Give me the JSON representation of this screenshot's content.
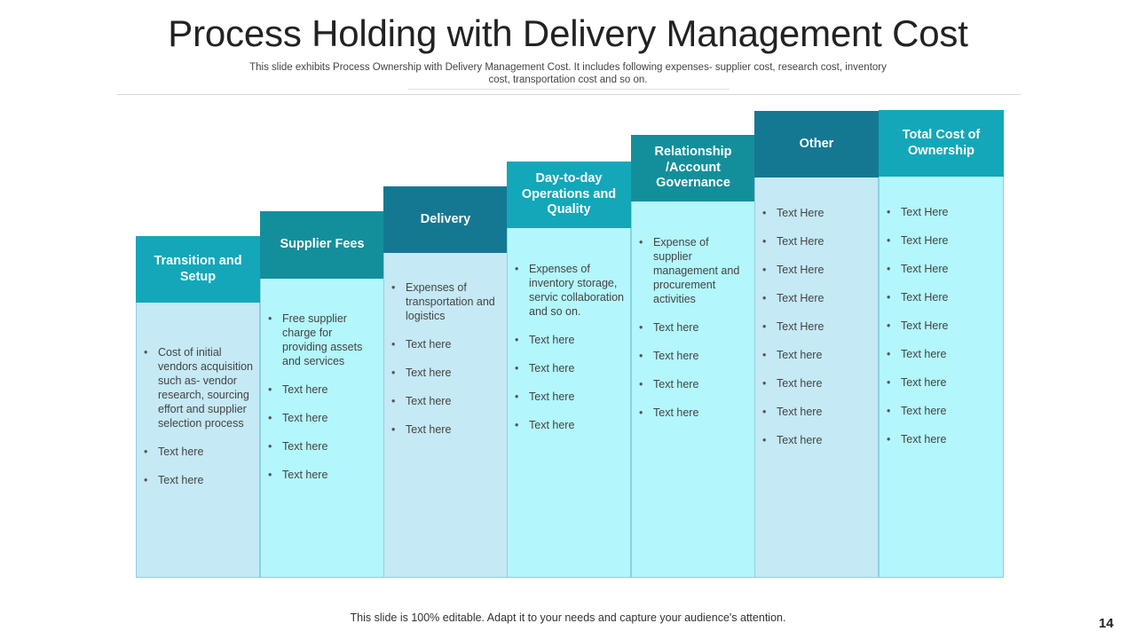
{
  "slide": {
    "title": "Process Holding with Delivery Management Cost",
    "subtitle": "This slide exhibits Process Ownership with Delivery Management Cost. It includes following expenses- supplier cost, research cost, inventory cost, transportation cost and so on.",
    "footer": "This slide is 100% editable. Adapt it to your needs and capture your audience's attention.",
    "page_number": "14"
  },
  "colors": {
    "header_light": "#13a7b9",
    "header_mid": "#138f9b",
    "header_dark": "#157893",
    "body_cyan": "#b3f6fb",
    "body_blue": "#c5e9f5"
  },
  "columns": [
    {
      "header": "Transition and Setup",
      "items": [
        "Cost of initial vendors acquisition such as- vendor research, sourcing effort and supplier selection process",
        "Text here",
        "Text here"
      ]
    },
    {
      "header": "Supplier Fees",
      "items": [
        "Free supplier charge for providing assets and services",
        "Text here",
        "Text here",
        "Text here",
        "Text here"
      ]
    },
    {
      "header": "Delivery",
      "items": [
        "Expenses of transportation and logistics",
        "Text here",
        "Text here",
        "Text here",
        "Text here"
      ]
    },
    {
      "header": "Day-to-day Operations and Quality",
      "items": [
        "Expenses of inventory storage, servic collaboration and so on.",
        "Text here",
        "Text here",
        "Text here",
        "Text here"
      ]
    },
    {
      "header": "Relationship /Account Governance",
      "items": [
        "Expense of supplier management and procurement activities",
        "Text here",
        "Text here",
        "Text here",
        "Text here"
      ]
    },
    {
      "header": "Other",
      "items": [
        "Text Here",
        "Text Here",
        "Text Here",
        "Text Here",
        "Text Here",
        "Text here",
        "Text here",
        "Text here",
        "Text here"
      ]
    },
    {
      "header": "Total Cost of Ownership",
      "items": [
        "Text Here",
        "Text Here",
        "Text Here",
        "Text Here",
        "Text Here",
        "Text here",
        "Text here",
        "Text here",
        "Text here"
      ]
    }
  ]
}
